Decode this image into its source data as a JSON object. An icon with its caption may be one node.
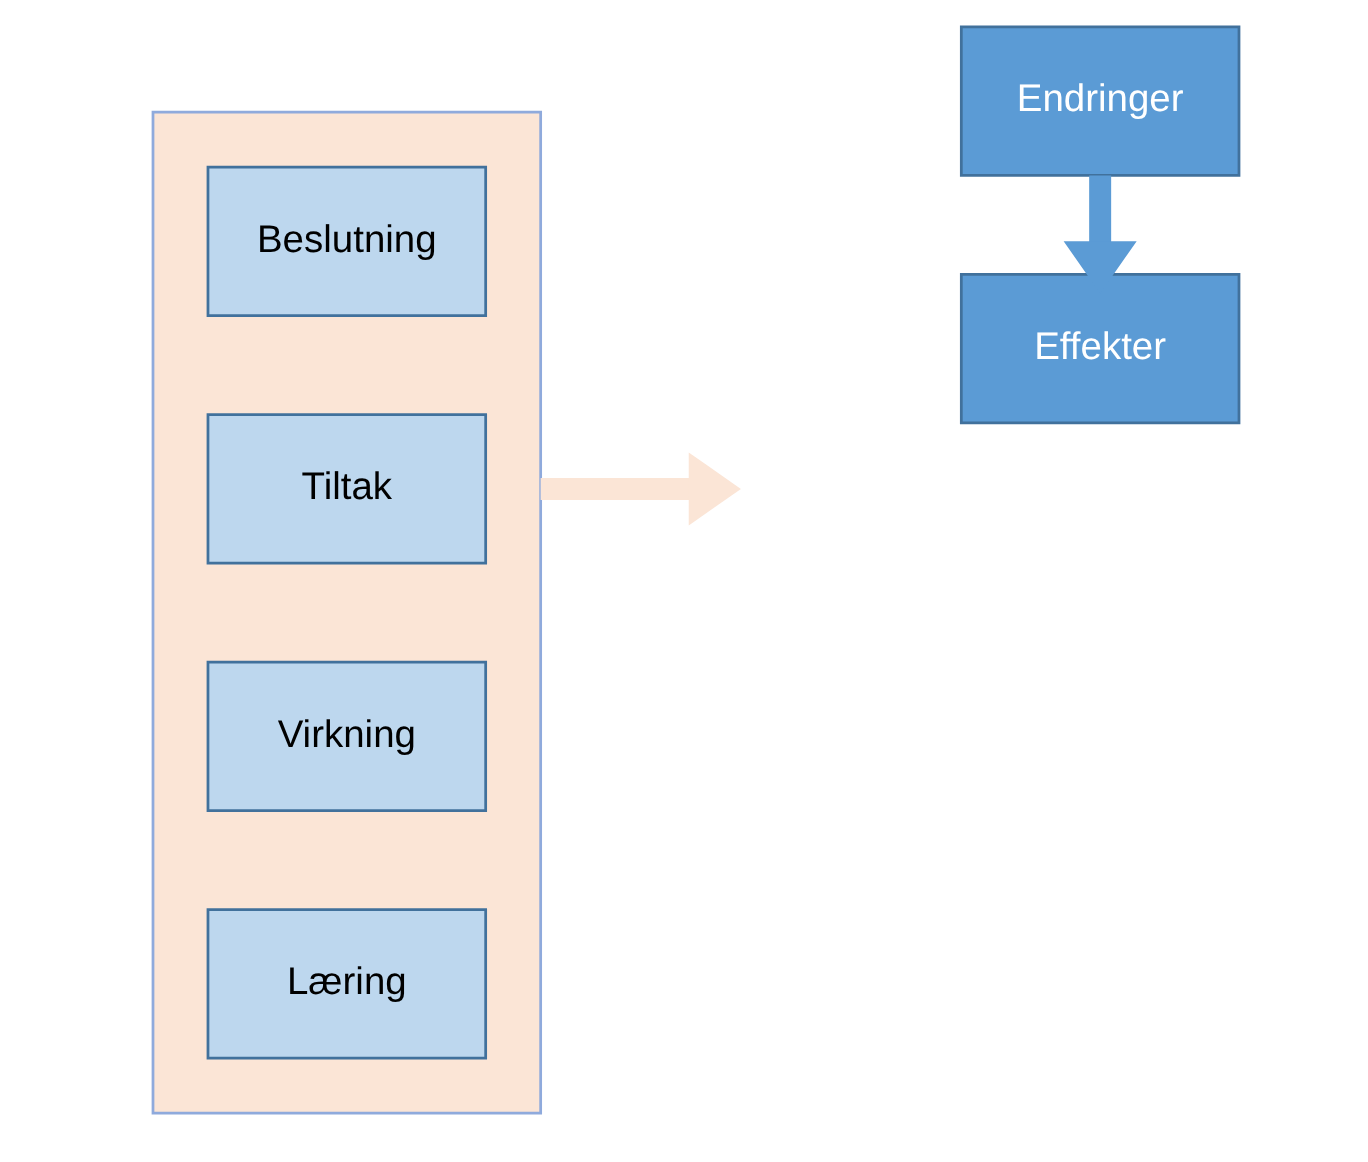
{
  "diagram": {
    "nodes": [
      {
        "text": [],
        "shape": "box"
      },
      {
        "text": [
          "Beslutning"
        ],
        "in": 0
      },
      {
        "text": [
          "Tiltak"
        ],
        "in": 0
      },
      {
        "text": [
          "Virkning"
        ],
        "in": 0
      },
      {
        "text": [
          "Læring"
        ],
        "in": 0
      },
      {
        "text": [
          "Endringer"
        ]
      },
      {
        "text": [
          "Effekter"
        ]
      }
    ],
    "edges": [
      {
        "from": 0,
        "to": null,
        "arrow": "to",
        "color": "#fbe5d6"
      },
      {
        "from": 5,
        "to": 6,
        "arrow": "to",
        "color": "#5b9bd5"
      }
    ]
  }
}
